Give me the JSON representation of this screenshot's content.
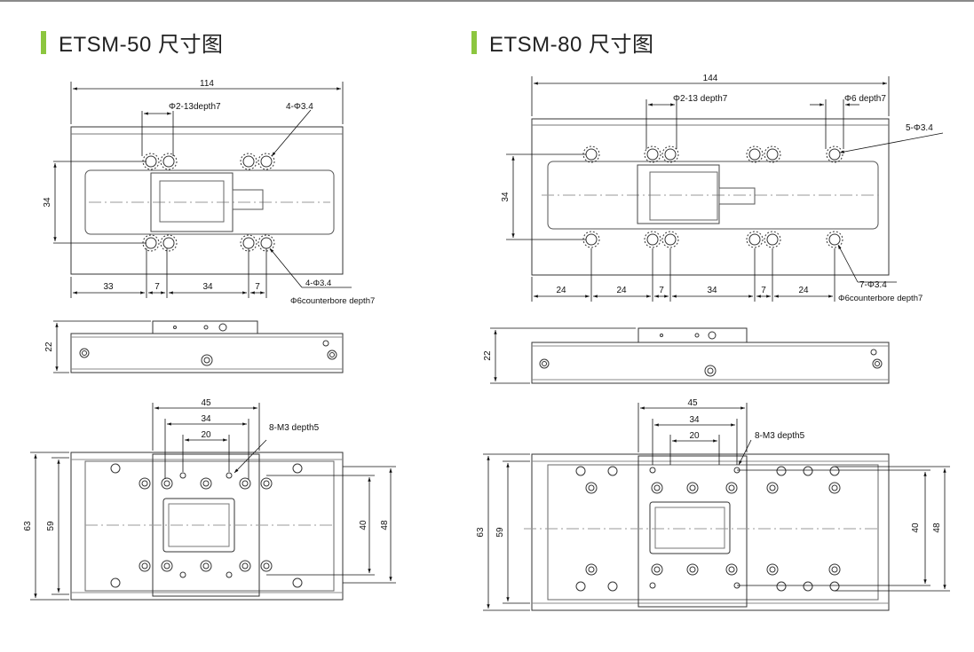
{
  "headings": {
    "left": "ETSM-50 尺寸图",
    "right": "ETSM-80 尺寸图"
  },
  "accent_color": "#8cc63f",
  "etsm50": {
    "top": {
      "overall_width": "114",
      "hole_callout_top": "Φ2-13depth7",
      "hole_callout_right": "4-Φ3.4",
      "height": "34",
      "dims_bottom": [
        "33",
        "7",
        "34",
        "7"
      ],
      "hole_callout_bottom_1": "4-Φ3.4",
      "hole_callout_bottom_2": "Φ6counterbore depth7"
    },
    "side": {
      "height": "22"
    },
    "front": {
      "w45": "45",
      "w34": "34",
      "w20": "20",
      "thread_callout": "8-M3 depth5",
      "h63": "63",
      "h59": "59",
      "h40": "40",
      "h48": "48"
    }
  },
  "etsm80": {
    "top": {
      "overall_width": "144",
      "hole_callout_top": "Φ2-13 depth7",
      "hole_callout_top_right": "Φ6 depth7",
      "hole_callout_right": "5-Φ3.4",
      "height": "34",
      "dims_bottom": [
        "24",
        "24",
        "7",
        "34",
        "7",
        "24"
      ],
      "hole_callout_bottom_1": "7-Φ3.4",
      "hole_callout_bottom_2": "Φ6counterbore depth7"
    },
    "side": {
      "height": "22"
    },
    "front": {
      "w45": "45",
      "w34": "34",
      "w20": "20",
      "thread_callout": "8-M3 depth5",
      "h63": "63",
      "h59": "59",
      "h40": "40",
      "h48": "48"
    }
  }
}
